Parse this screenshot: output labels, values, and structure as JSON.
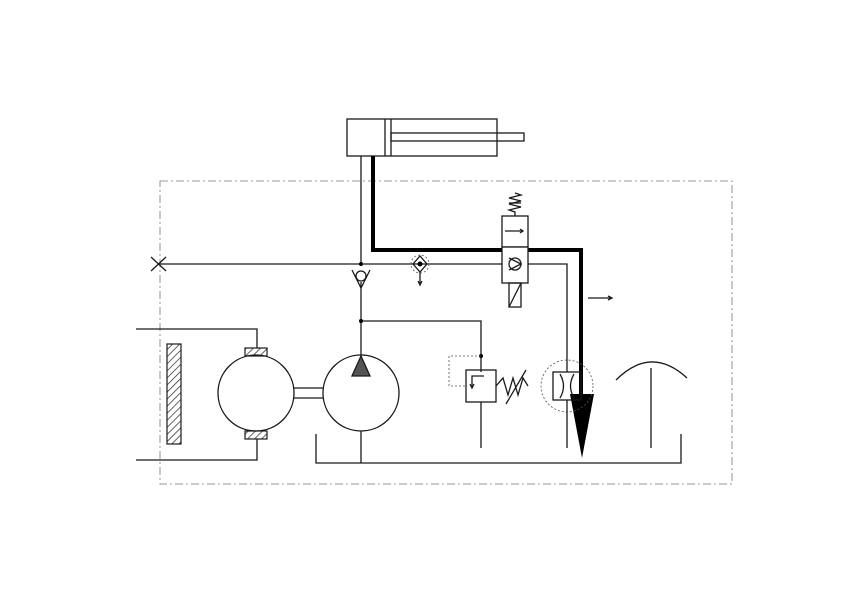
{
  "diagram": {
    "type": "hydraulic-schematic",
    "colors": {
      "line": "#1a1a1a",
      "flow_highlight": "#000000",
      "boundary": "#777777",
      "background": "#ffffff"
    },
    "components": [
      {
        "id": "double-acting-cylinder",
        "symbol": "cylinder"
      },
      {
        "id": "electric-motor",
        "symbol": "motor"
      },
      {
        "id": "hydraulic-pump",
        "symbol": "pump"
      },
      {
        "id": "pressure-relief-valve",
        "symbol": "relief-valve"
      },
      {
        "id": "solenoid-directional-valve",
        "symbol": "2-2-valve"
      },
      {
        "id": "check-valve",
        "symbol": "check-valve"
      },
      {
        "id": "pilot-check-valve",
        "symbol": "check-valve"
      },
      {
        "id": "throttle-valve",
        "symbol": "throttle"
      },
      {
        "id": "pressure-gauge",
        "symbol": "gauge"
      },
      {
        "id": "tank-return-line",
        "symbol": "reservoir"
      },
      {
        "id": "power-block-boundary",
        "symbol": "enclosure"
      }
    ],
    "flow_path": "cylinder-to-tank"
  }
}
